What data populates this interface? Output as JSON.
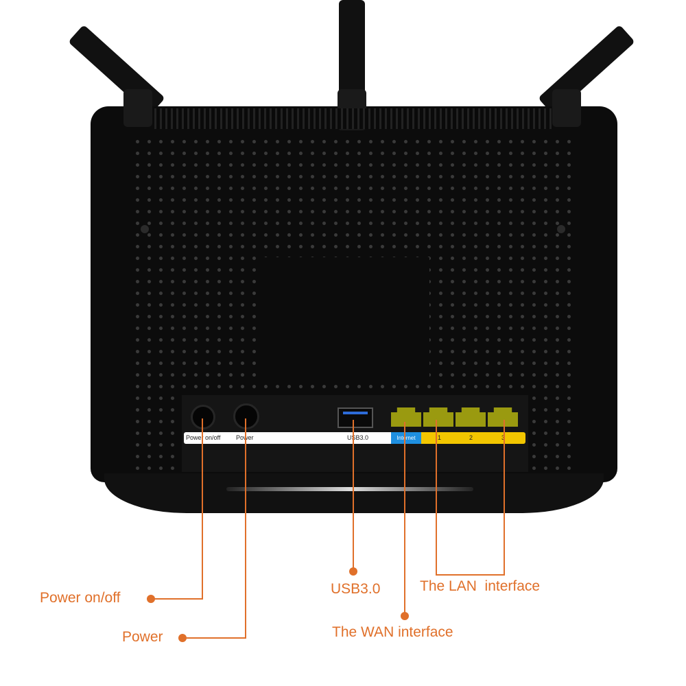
{
  "ports": {
    "power_onoff": "Power on/off",
    "power": "Power",
    "usb": "USB3.0",
    "wan": "Internet",
    "lan": [
      "1",
      "2",
      "3"
    ]
  },
  "callouts": {
    "power_onoff": "Power on/off",
    "power": "Power",
    "usb": "USB3.0",
    "wan": "The WAN interface",
    "lan": "The LAN  interface"
  },
  "colors": {
    "callout": "#e0702a",
    "wan_strip": "#1e8fe0",
    "lan_strip": "#f2c600"
  }
}
